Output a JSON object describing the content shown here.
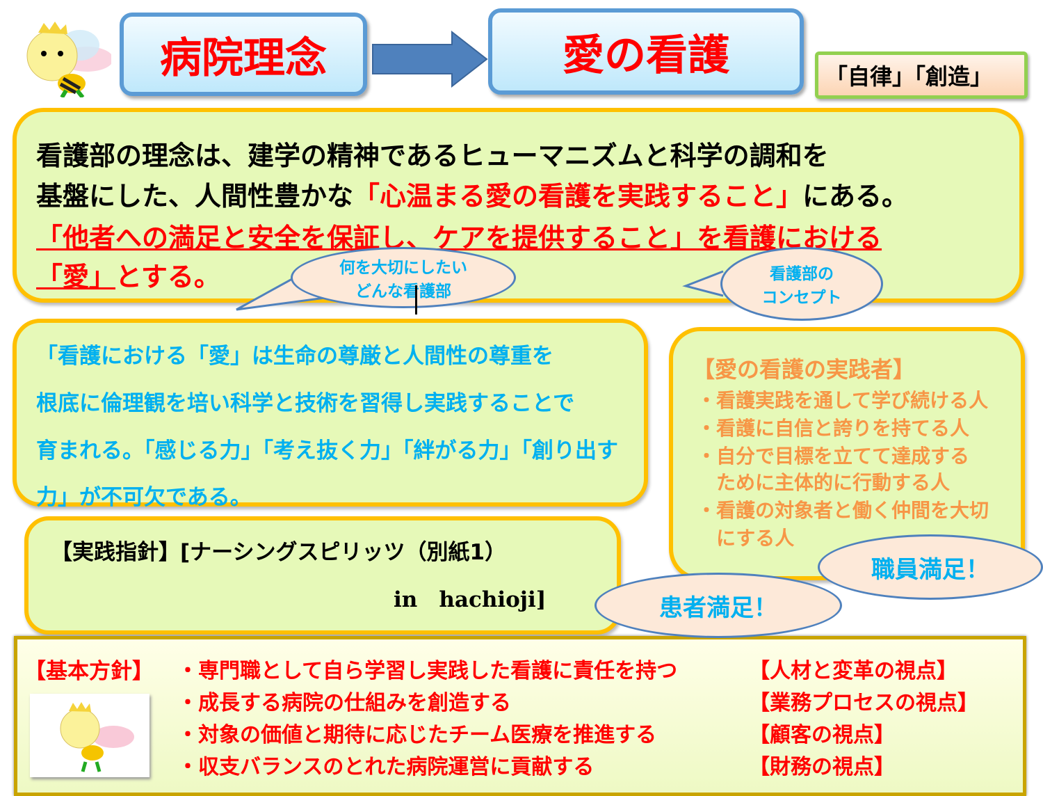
{
  "header": {
    "philosophy_label": "病院理念",
    "nursing_title": "愛の看護",
    "keywords": "「自律」「創造」"
  },
  "main_philosophy": {
    "line1": "看護部の理念は、建学の精神であるヒューマニズムと科学の調和を",
    "line2_pre": "基盤にした、人間性豊かな",
    "line2_red": "「心温まる愛の看護を実践すること」",
    "line2_post": "にある。",
    "line3_red": "「他者への満足と安全を保証し、ケアを提供すること」",
    "line3_post": "を看護における",
    "line4_red": "「愛」",
    "line4_post": "とする。"
  },
  "bubbles": {
    "what_line1": "何を大切にしたい",
    "what_line2": "どんな看護部",
    "concept_line1": "看護部の",
    "concept_line2": "コンセプト",
    "staff": "職員満足！",
    "patient": "患者満足！"
  },
  "love_definition": [
    "「看護における「愛」は生命の尊厳と人間性の尊重を",
    "根底に倫理観を培い科学と技術を習得し実践することで",
    "育まれる。「感じる力」「考え抜く力」「絆がる力」「創り出す",
    "力」が不可欠である。"
  ],
  "practitioners": {
    "title": "【愛の看護の実践者】",
    "items": [
      "・看護実践を通して学び続ける人",
      "・看護に自信と誇りを持てる人",
      "・自分で目標を立てて達成する",
      "　ために主体的に行動する人",
      "・看護の対象者と働く仲間を大切",
      "　にする人"
    ]
  },
  "guideline": {
    "line1": "【実践指針】[ナーシングスピリッツ（別紙1）",
    "line2": "in　hachioji]"
  },
  "basic_policy": {
    "title": "【基本方針】",
    "items": [
      {
        "text": "・専門職として自ら学習し実践した看護に責任を持つ",
        "view": "【人材と変革の視点】"
      },
      {
        "text": "・成長する病院の仕組みを創造する",
        "view": "【業務プロセスの視点】"
      },
      {
        "text": "・対象の価値と期待に応じたチーム医療を推進する",
        "view": "【顧客の視点】"
      },
      {
        "text": "・収支バランスのとれた病院運営に貢献する",
        "view": "【財務の視点】"
      }
    ]
  },
  "colors": {
    "red": "#ff0000",
    "cyan": "#00b0f0",
    "orange": "#f79646",
    "gold": "#ffc000"
  }
}
